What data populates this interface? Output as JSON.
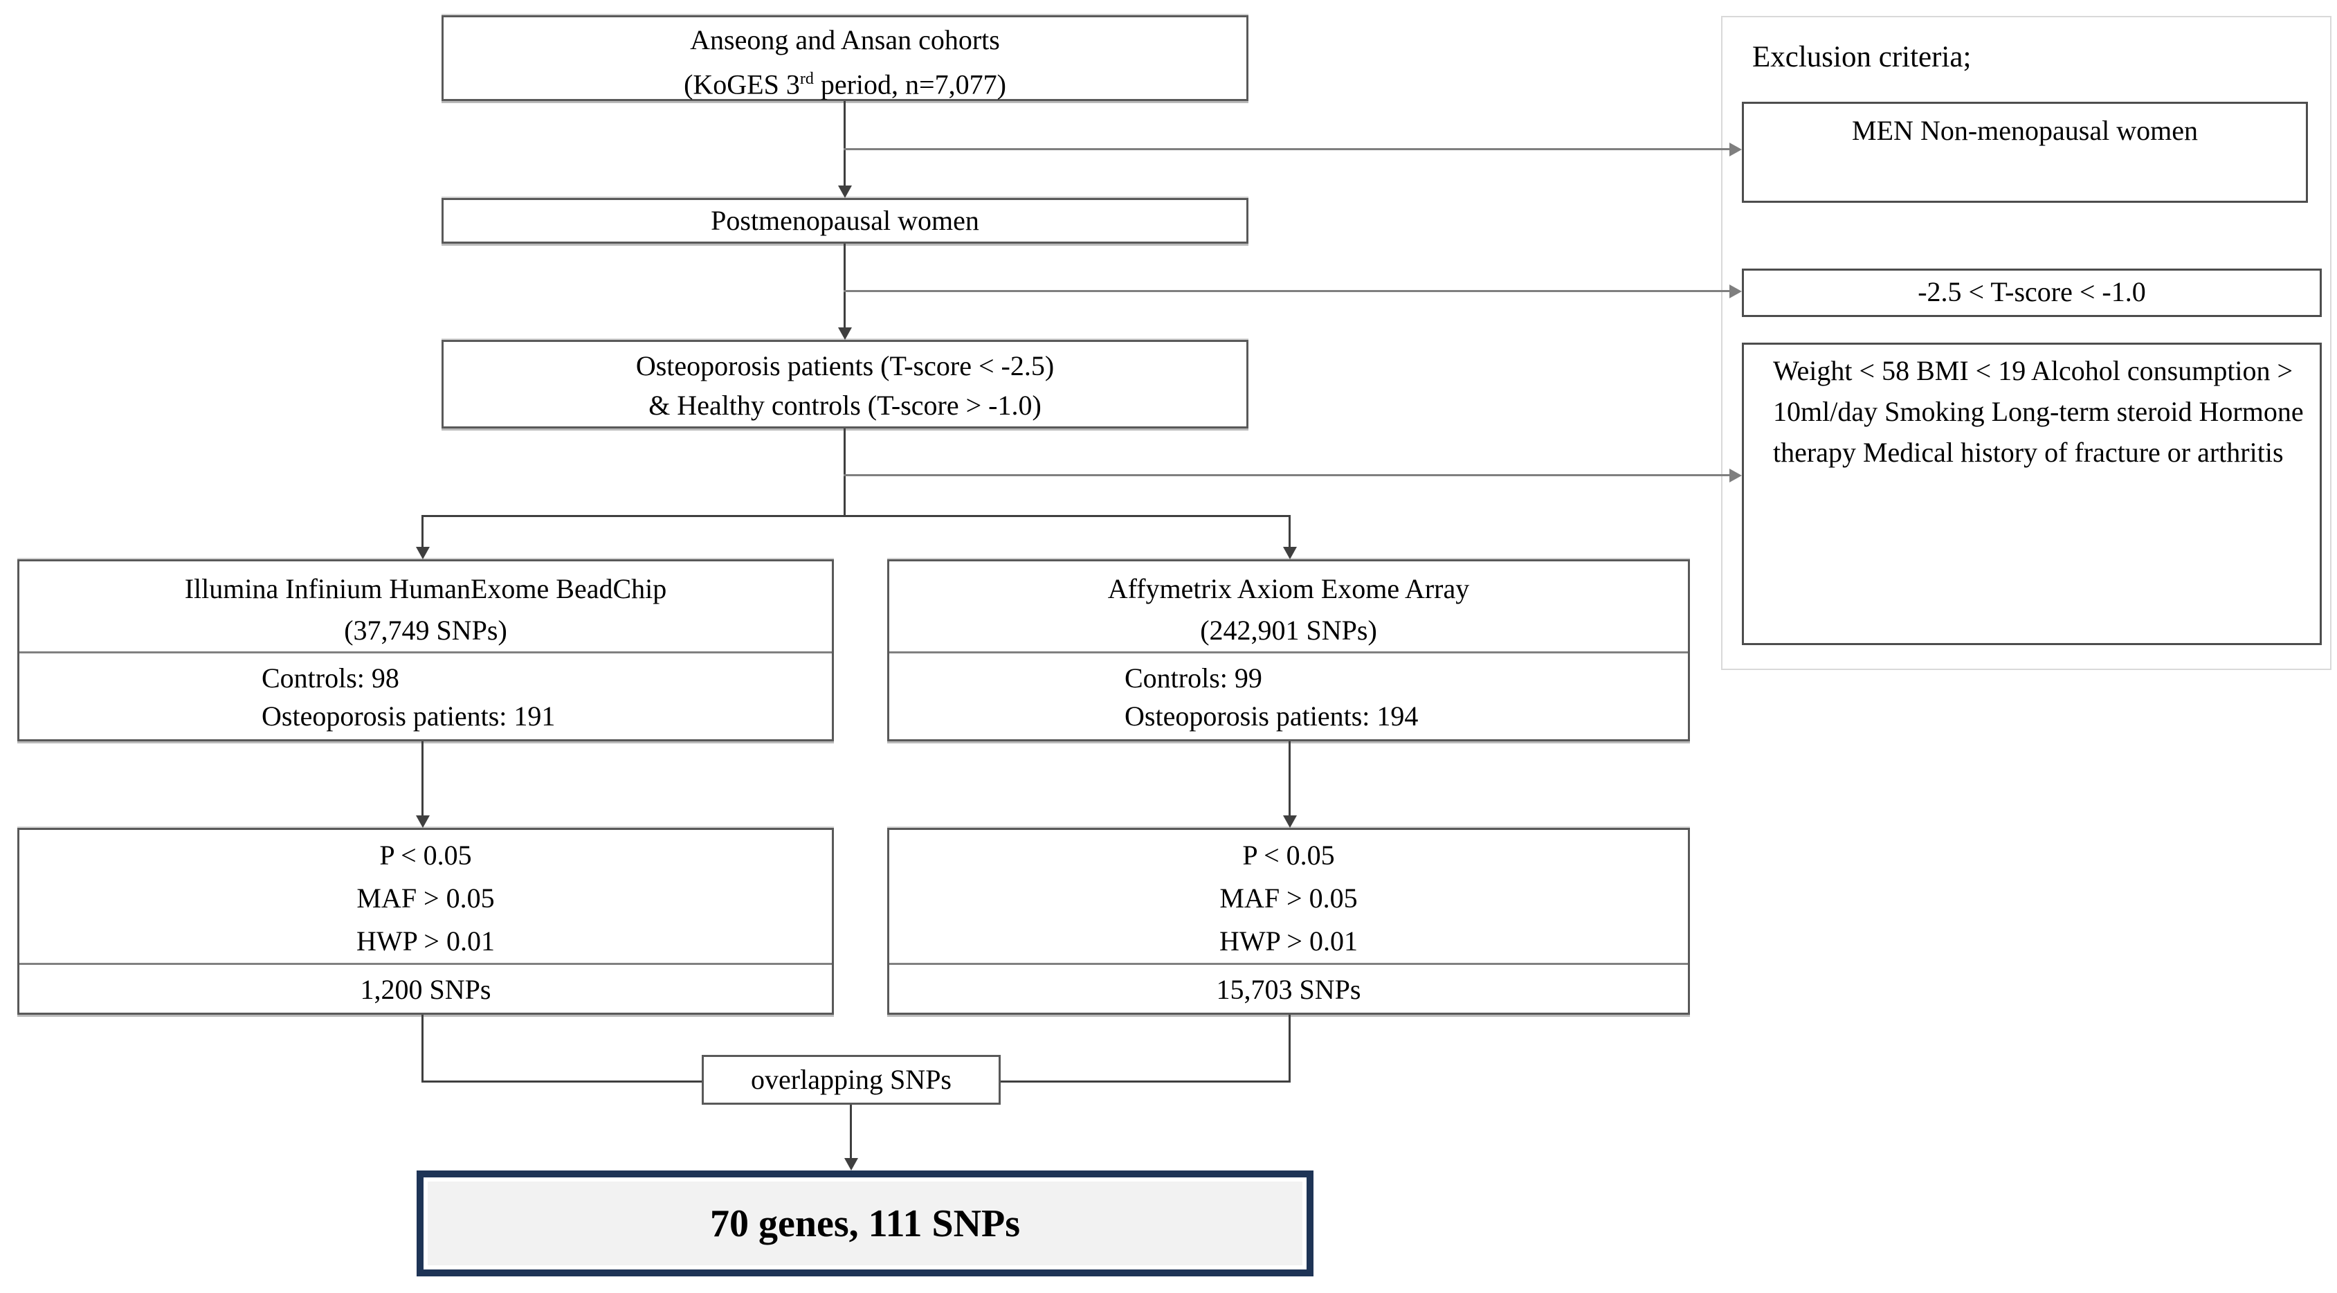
{
  "colors": {
    "box_border": "#595959",
    "panel_border": "#d9d9d9",
    "main_line": "#3f3f3f",
    "branch_line": "#7f7f7f",
    "final_border": "#1e3456",
    "final_bg": "#f2f2f2"
  },
  "flow": {
    "cohort": {
      "line1": "Anseong and Ansan cohorts",
      "line2_pre": "(KoGES 3",
      "line2_sup": "rd",
      "line2_post": " period, n=7,077)"
    },
    "postmenopausal": {
      "label": "Postmenopausal women"
    },
    "selection": {
      "line1": "Osteoporosis patients (T-score < -2.5)",
      "line2": "& Healthy controls (T-score > -1.0)"
    },
    "illumina": {
      "title": "Illumina Infinium HumanExome BeadChip",
      "subtitle": "(37,749 SNPs)",
      "counts": [
        "Controls: 98",
        "Osteoporosis patients: 191"
      ]
    },
    "affymetrix": {
      "title": "Affymetrix Axiom Exome Array",
      "subtitle": "(242,901 SNPs)",
      "counts": [
        "Controls: 99",
        "Osteoporosis patients: 194"
      ]
    },
    "illumina_filter": {
      "criteria": [
        "P < 0.05",
        "MAF > 0.05",
        "HWP > 0.01"
      ],
      "result": "1,200 SNPs"
    },
    "affymetrix_filter": {
      "criteria": [
        "P < 0.05",
        "MAF > 0.05",
        "HWP > 0.01"
      ],
      "result": "15,703 SNPs"
    },
    "overlap": {
      "label": "overlapping SNPs"
    },
    "final": {
      "label": "70 genes, 111 SNPs"
    }
  },
  "exclusion": {
    "header": "Exclusion criteria;",
    "box1": [
      "MEN",
      "Non-menopausal women"
    ],
    "box2": "-2.5 < T-score < -1.0",
    "box3": [
      "Weight < 58",
      "BMI < 19",
      "Alcohol consumption > 10ml/day",
      "Smoking",
      "Long-term steroid",
      "Hormone therapy",
      "Medical history of fracture or arthritis"
    ]
  }
}
